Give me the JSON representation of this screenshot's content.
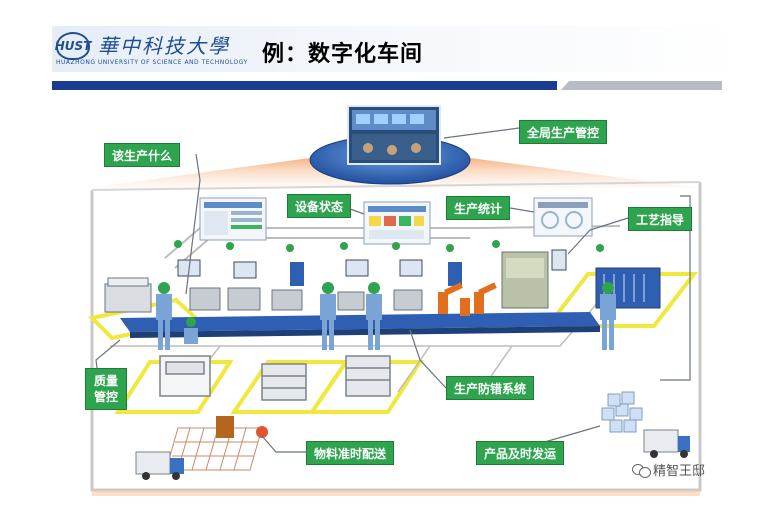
{
  "header": {
    "logo_text": "HUST",
    "university_cn": "華中科技大學",
    "university_en": "HUAZHONG UNIVERSITY OF SCIENCE AND TECHNOLOGY",
    "title": "例：数字化车间"
  },
  "labels": {
    "what_to_produce": "该生产什么",
    "global_control": "全局生产管控",
    "equipment_status": "设备状态",
    "production_stats": "生产统计",
    "process_guidance": "工艺指导",
    "quality_control": "质量\n管控",
    "error_proofing": "生产防错系统",
    "material_delivery": "物料准时配送",
    "product_delivery": "产品及时发运"
  },
  "watermark": {
    "text": "精智王邸",
    "icon": "wechat-icon"
  },
  "colors": {
    "tag_green": "#2ea44f",
    "bar_blue": "#1b3d8f",
    "bar_grey": "#b8bcc4",
    "zone_yellow": "#f0e83c",
    "platform_blue": "#2f5fb3",
    "worker_blue": "#7aa3d6"
  }
}
